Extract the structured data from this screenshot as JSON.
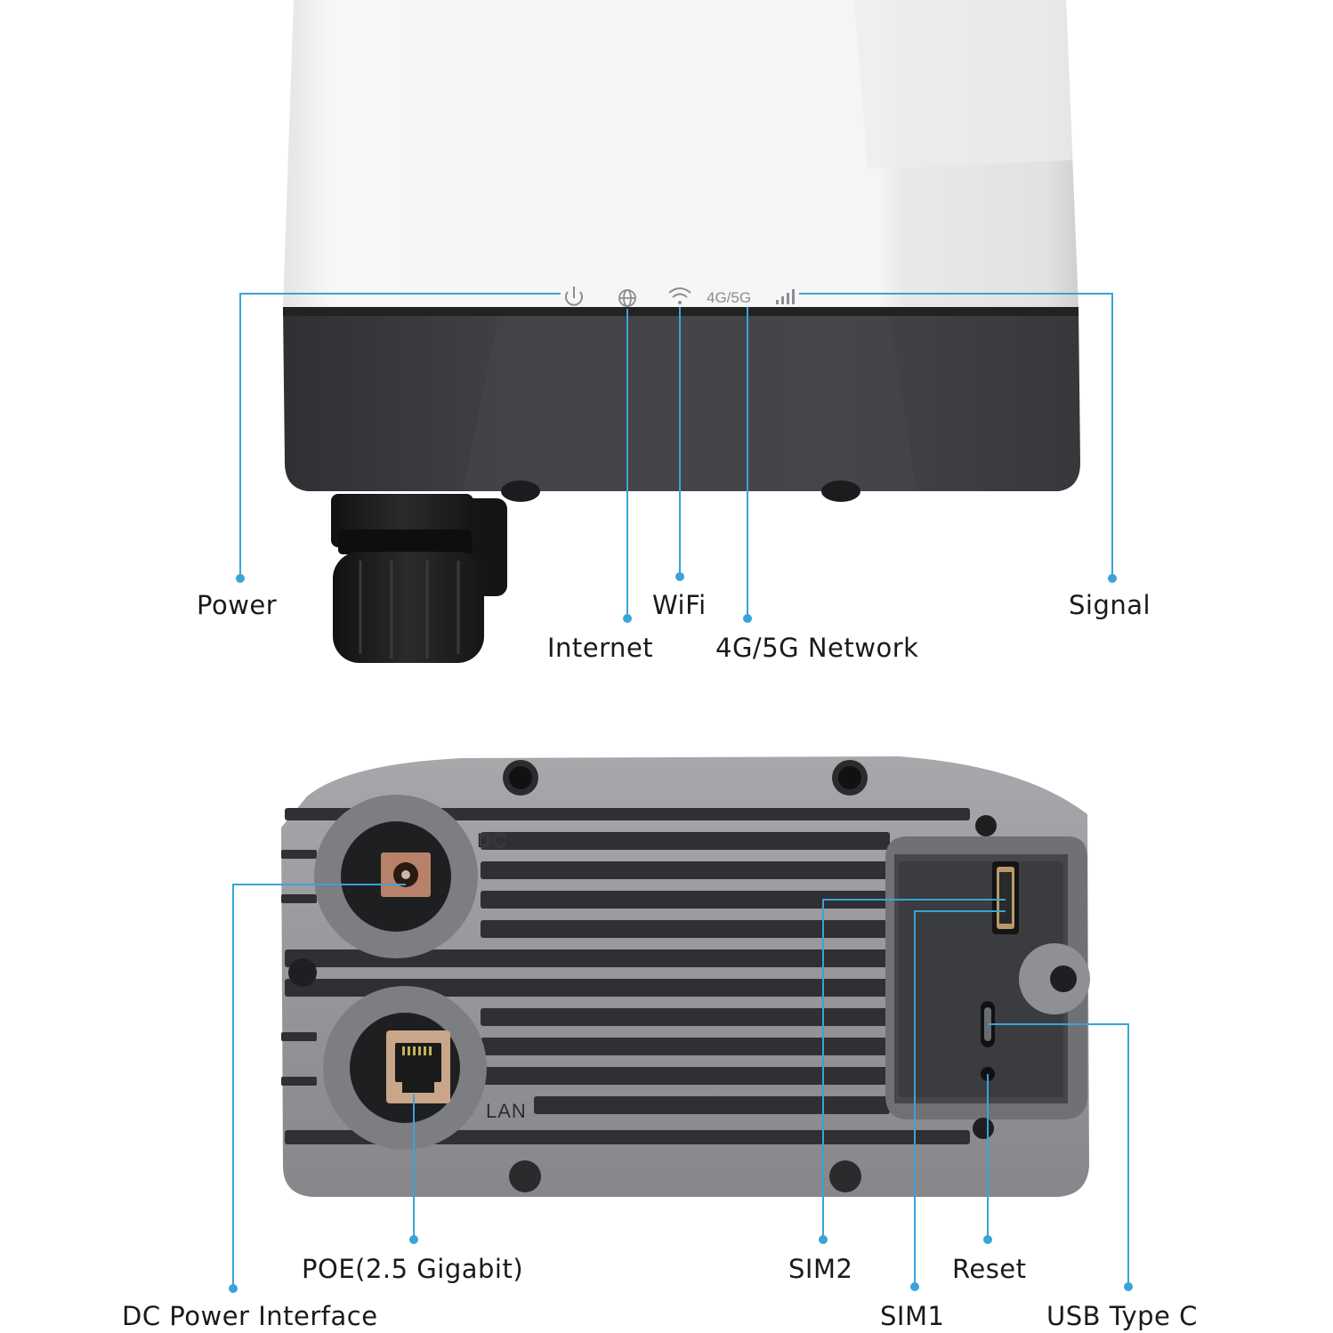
{
  "device": {
    "led_indicators": [
      {
        "name": "power",
        "icon": "power-icon"
      },
      {
        "name": "internet",
        "icon": "globe-icon"
      },
      {
        "name": "wifi",
        "icon": "wifi-icon"
      },
      {
        "name": "network",
        "text": "4G/5G"
      },
      {
        "name": "signal",
        "icon": "signal-bars-icon"
      }
    ],
    "port_markings": {
      "dc": "DC",
      "lan": "LAN"
    }
  },
  "callouts": {
    "power": "Power",
    "internet": "Internet",
    "wifi": "WiFi",
    "network": "4G/5G Network",
    "signal": "Signal",
    "poe": "POE(2.5 Gigabit)",
    "dc_power": "DC Power Interface",
    "sim2": "SIM2",
    "sim1": "SIM1",
    "reset": "Reset",
    "usb_c": "USB Type C"
  },
  "colors": {
    "callout_line": "#3aa3d8",
    "housing_white": "#f2f2f2",
    "housing_dark": "#3a3c3f",
    "base_grey": "#8e9094",
    "cable_gland": "#1c1c1c"
  }
}
